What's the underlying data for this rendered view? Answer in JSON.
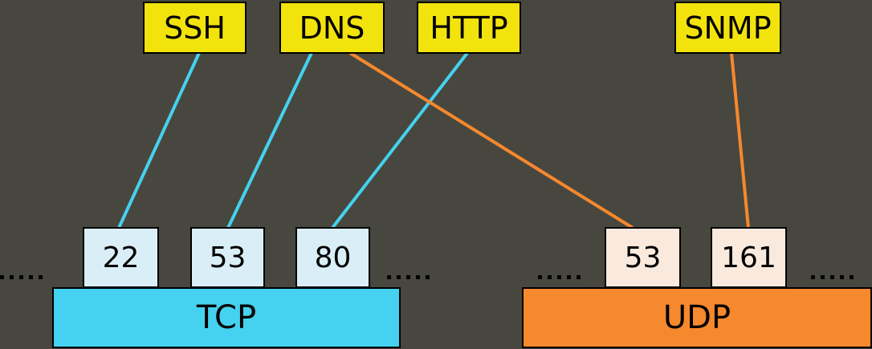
{
  "diagram": {
    "description": "Mapping of application protocols to transport-layer ports",
    "protocols": [
      {
        "label": "SSH"
      },
      {
        "label": "DNS"
      },
      {
        "label": "HTTP"
      },
      {
        "label": "SNMP"
      }
    ],
    "tcp_section": {
      "label": "TCP",
      "ports": [
        {
          "number": "22"
        },
        {
          "number": "53"
        },
        {
          "number": "80"
        }
      ]
    },
    "udp_section": {
      "label": "UDP",
      "ports": [
        {
          "number": "53"
        },
        {
          "number": "161"
        }
      ]
    },
    "connections": [
      {
        "from": "SSH",
        "to": "TCP port 22",
        "color": "#45d1f0"
      },
      {
        "from": "DNS",
        "to": "TCP port 53",
        "color": "#45d1f0"
      },
      {
        "from": "HTTP",
        "to": "TCP port 80",
        "color": "#45d1f0"
      },
      {
        "from": "DNS",
        "to": "UDP port 53",
        "color": "#f6882d"
      },
      {
        "from": "SNMP",
        "to": "UDP port 161",
        "color": "#f6882d"
      }
    ],
    "colors": {
      "background": "#47473f",
      "protocol_box": "#f3e30d",
      "tcp": "#45d1f0",
      "udp": "#f6882d",
      "tcp_port_box": "#daeef8",
      "udp_port_box": "#faeadd",
      "border": "#000000"
    }
  }
}
